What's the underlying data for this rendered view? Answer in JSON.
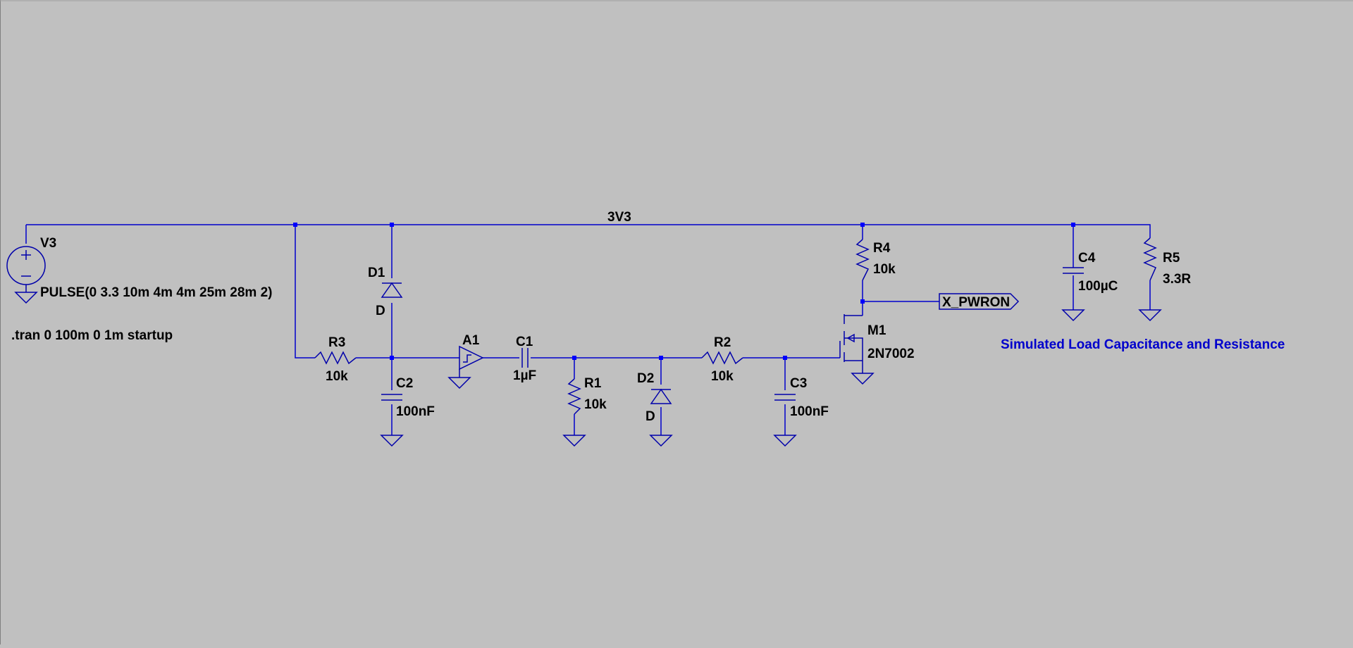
{
  "colors": {
    "background": "#c0c0c0",
    "wire": "#0000cc",
    "component": "#0000aa",
    "text": "#000000",
    "comment": "#0000cc"
  },
  "net_label": "3V3",
  "source": {
    "name": "V3",
    "value": "PULSE(0 3.3 10m 4m 4m 25m 28m 2)"
  },
  "directive": ".tran 0 100m 0 1m startup",
  "components": {
    "d1": {
      "ref": "D1",
      "value": "D"
    },
    "d2": {
      "ref": "D2",
      "value": "D"
    },
    "r1": {
      "ref": "R1",
      "value": "10k"
    },
    "r2": {
      "ref": "R2",
      "value": "10k"
    },
    "r3": {
      "ref": "R3",
      "value": "10k"
    },
    "r4": {
      "ref": "R4",
      "value": "10k"
    },
    "r5": {
      "ref": "R5",
      "value": "3.3R"
    },
    "c1": {
      "ref": "C1",
      "value": "1µF"
    },
    "c2": {
      "ref": "C2",
      "value": "100nF"
    },
    "c3": {
      "ref": "C3",
      "value": "100nF"
    },
    "c4": {
      "ref": "C4",
      "value": "100µC"
    },
    "a1": {
      "ref": "A1"
    },
    "m1": {
      "ref": "M1",
      "value": "2N7002"
    }
  },
  "port": {
    "label": "X_PWRON"
  },
  "comment": "Simulated Load Capacitance and Resistance"
}
